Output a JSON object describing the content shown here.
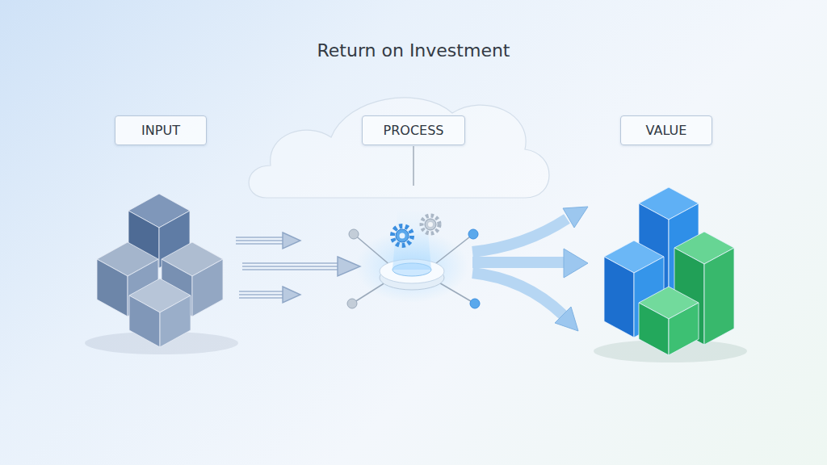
{
  "diagram": {
    "title": "Return on Investment",
    "nodes": [
      {
        "text": [
          "INPUT"
        ]
      },
      {
        "text": [
          "PROCESS"
        ]
      },
      {
        "text": [
          "VALUE"
        ]
      }
    ]
  }
}
